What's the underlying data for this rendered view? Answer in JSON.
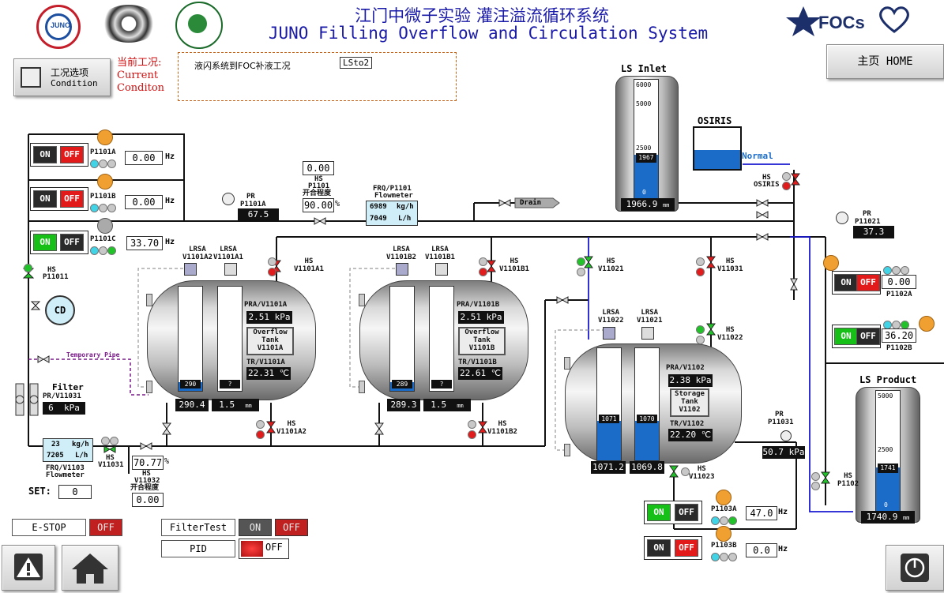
{
  "header": {
    "title_cn": "江门中微子实验 灌注溢流循环系统",
    "title_en": "JUNO Filling Overflow and Circulation System",
    "logo_text": "FOCs"
  },
  "condition": {
    "button_cn": "工况选项",
    "button_en": "Condition",
    "label_cn": "当前工况:",
    "label_en1": "Current",
    "label_en2": "Conditon",
    "value": "液闪系统到FOC补液工况",
    "code": "LSto2"
  },
  "home_button": "主页 HOME",
  "pumps": {
    "p1101a": {
      "on": "ON",
      "off": "OFF",
      "name": "P1101A",
      "freq": "0.00",
      "unit": "Hz"
    },
    "p1101b": {
      "on": "ON",
      "off": "OFF",
      "name": "P1101B",
      "freq": "0.00",
      "unit": "Hz"
    },
    "p1101c": {
      "on": "ON",
      "off": "OFF",
      "name": "P1101C",
      "freq": "33.70",
      "unit": "Hz"
    },
    "p1102a": {
      "on": "ON",
      "off": "OFF",
      "name": "P1102A",
      "freq": "0.00"
    },
    "p1102b": {
      "on": "ON",
      "off": "OFF",
      "name": "P1102B",
      "freq": "36.20"
    },
    "p1103a": {
      "on": "ON",
      "off": "OFF",
      "name": "P1103A",
      "freq": "47.0",
      "unit": "Hz"
    },
    "p1103b": {
      "on": "ON",
      "off": "OFF",
      "name": "P1103B",
      "freq": "0.0",
      "unit": "Hz"
    }
  },
  "pr1101a": {
    "label": "PR",
    "name": "P1101A",
    "value": "67.5 kPa"
  },
  "hs1101": {
    "top": "0.00",
    "hs": "HS",
    "name": "P1101",
    "open_cn": "开合程度",
    "value": "90.00",
    "unit": "%"
  },
  "frq1101": {
    "l1": "FRQ/P1101",
    "l2": "Flowmeter",
    "v1": "6989",
    "u1": "kg/h",
    "v2": "7049",
    "u2": "L/h"
  },
  "drain": "Drain",
  "ls_inlet": {
    "title": "LS Inlet",
    "scale": [
      "6000",
      "5000",
      "2500",
      "0"
    ],
    "level": "1967",
    "readout": "1966.9",
    "unit": "mm"
  },
  "osiris": {
    "title": "OSIRIS",
    "status": "Normal",
    "hs": "HS",
    "name": "OSIRIS"
  },
  "pr11021": {
    "label": "PR",
    "name": "P11021",
    "value": "37.3 kPa"
  },
  "hs_p11011": {
    "hs": "HS",
    "name": "P11011"
  },
  "cd": "CD",
  "temp_pipe": "Temporary Pipe",
  "filter": {
    "title": "Filter",
    "pr": "PR/V11031",
    "value": "6",
    "unit": "kPa"
  },
  "frq1103": {
    "v1": "23",
    "u1": "kg/h",
    "v2": "7205",
    "u2": "L/h",
    "l1": "FRQ/V1103",
    "l2": "Flowmeter"
  },
  "hs_v11031": {
    "hs": "HS",
    "name": "V11031"
  },
  "hs_v11032": {
    "value": "70.77",
    "unit": "%",
    "hs": "HS",
    "name": "V11032",
    "open_cn": "开合程度",
    "bottom": "0.00"
  },
  "set": {
    "label": "SET:",
    "value": "0"
  },
  "v1101a": {
    "lrsa1": "LRSA",
    "lrsa1n": "V1101A2",
    "lrsa2": "LRSA",
    "lrsa2n": "V1101A1",
    "hs_top": "HS",
    "hs_top_n": "V1101A1",
    "hs_bot": "HS",
    "hs_bot_n": "V1101A2",
    "pra": "PRA/V1101A",
    "pra_v": "2.51 kPa",
    "name1": "Overflow",
    "name2": "Tank",
    "name3": "V1101A",
    "tr": "TR/V1101A",
    "tr_v": "22.31 ℃",
    "g1": "290",
    "g1r": "290.4",
    "g2": "?",
    "g2r": "1.5",
    "mm": "mm",
    "lvl1": 0.08,
    "lvl2": 0.0
  },
  "v1101b": {
    "lrsa1": "LRSA",
    "lrsa1n": "V1101B2",
    "lrsa2": "LRSA",
    "lrsa2n": "V1101B1",
    "hs_top": "HS",
    "hs_top_n": "V1101B1",
    "hs_bot": "HS",
    "hs_bot_n": "V1101B2",
    "pra": "PRA/V1101B",
    "pra_v": "2.51 kPa",
    "name1": "Overflow",
    "name2": "Tank",
    "name3": "V1101B",
    "tr": "TR/V1101B",
    "tr_v": "22.61 ℃",
    "g1": "289",
    "g1r": "289.3",
    "g2": "?",
    "g2r": "1.5",
    "mm": "mm",
    "lvl1": 0.08,
    "lvl2": 0.0
  },
  "v1102": {
    "lrsa1": "LRSA",
    "lrsa1n": "V11022",
    "lrsa2": "LRSA",
    "lrsa2n": "V11021",
    "hs1": "HS",
    "hs1n": "V11021",
    "hs2": "HS",
    "hs2n": "V11031",
    "hs3": "HS",
    "hs3n": "V11022",
    "hs4": "HS",
    "hs4n": "V11023",
    "pra": "PRA/V1102",
    "pra_v": "2.38 kPa",
    "name1": "Storage",
    "name2": "Tank",
    "name3": "V1102",
    "tr": "TR/V1102",
    "tr_v": "22.20 ℃",
    "g1": "1071",
    "g1r": "1071.2",
    "g2": "1070",
    "g2r": "1069.8",
    "lvl1": 0.35,
    "lvl2": 0.35
  },
  "pr11031": {
    "label": "PR",
    "name": "P11031",
    "value": "50.7 kPa"
  },
  "ls_product": {
    "title": "LS Product",
    "scale": [
      "5000",
      "2500",
      "0"
    ],
    "level": "1741",
    "readout": "1740.9",
    "unit": "mm"
  },
  "hs_p1102": {
    "hs": "HS",
    "name": "P1102"
  },
  "estop": {
    "label": "E-STOP",
    "off": "OFF"
  },
  "filtertest": {
    "label": "FilterTest",
    "on": "ON",
    "off": "OFF"
  },
  "pid": {
    "label": "PID",
    "off": "OFF"
  },
  "colors": {
    "pipe": "#111111",
    "blue_pipe": "#1a1ad0",
    "purple": "#7a1a8a",
    "title": "#1a1aa8",
    "red": "#d01010",
    "tank_blue": "#1a6cc8"
  }
}
